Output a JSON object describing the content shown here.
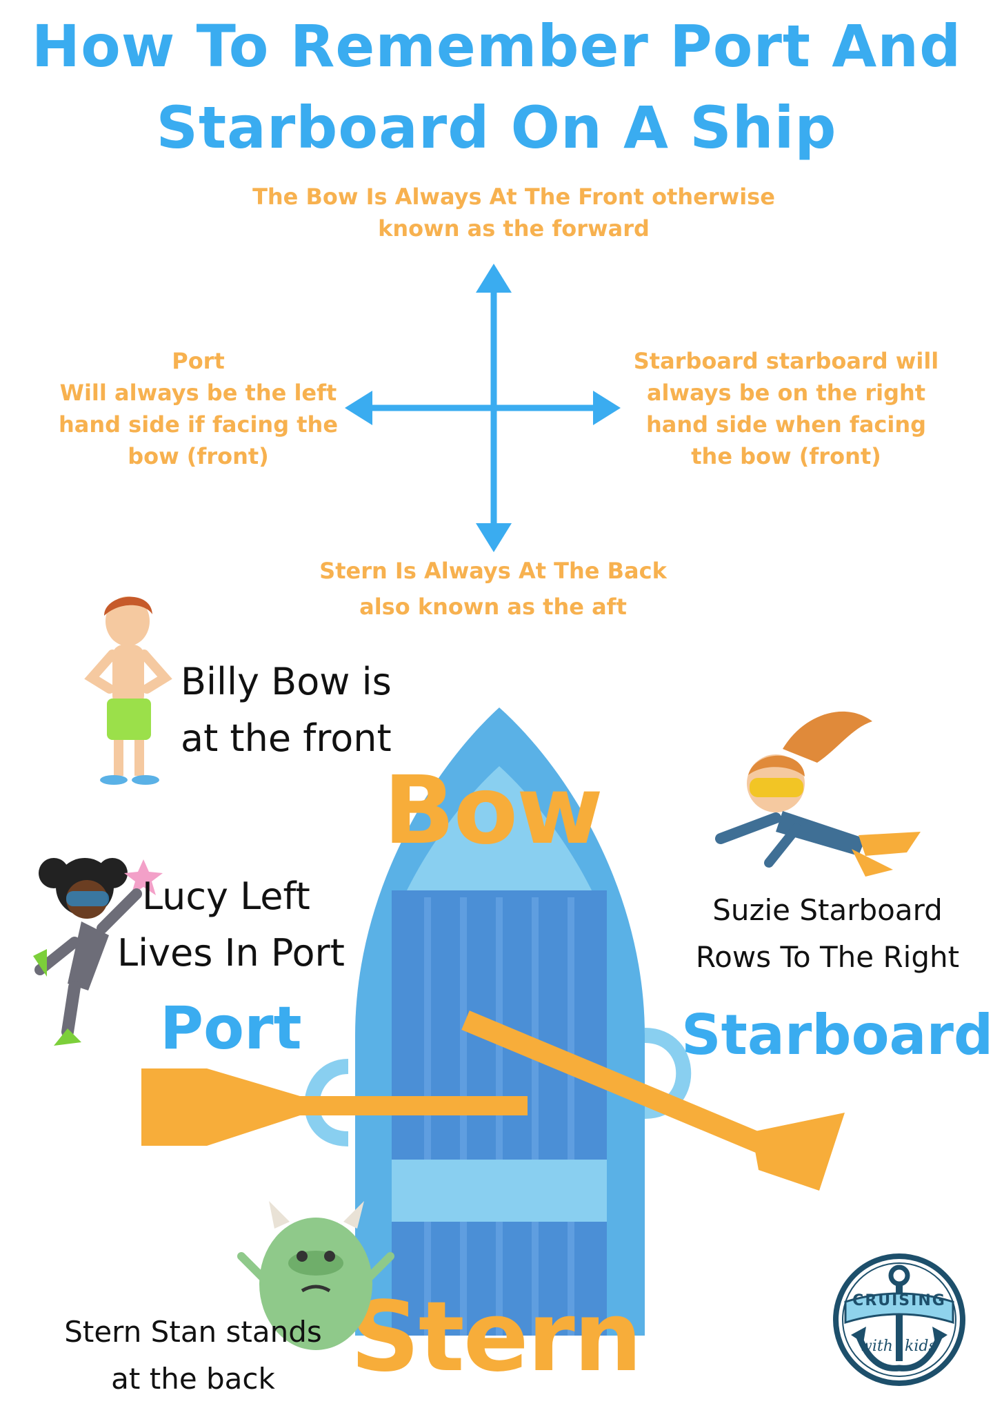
{
  "title": {
    "line1": "How To Remember Port And",
    "line2": "Starboard On A Ship"
  },
  "compass": {
    "bow_line1": "The Bow Is Always At The Front otherwise",
    "bow_line2": "known as the forward",
    "port_line1": "Port",
    "port_line2": "Will always be the left",
    "port_line3": "hand side if facing the",
    "port_line4": "bow (front)",
    "starboard_line1": "Starboard starboard will",
    "starboard_line2": "always be on the right",
    "starboard_line3": "hand side when facing",
    "starboard_line4": "the bow (front)",
    "stern_line1": "Stern Is Always At The Back",
    "stern_line2": "also known as the aft"
  },
  "characters": {
    "billy_line1": "Billy Bow is",
    "billy_line2": "at the front",
    "lucy_line1": "Lucy Left",
    "lucy_line2": "Lives In Port",
    "suzie_line1": "Suzie Starboard",
    "suzie_line2": "Rows To The Right",
    "stan_line1": "Stern Stan stands",
    "stan_line2": "at the back"
  },
  "boat": {
    "bow_label": "Bow",
    "stern_label": "Stern",
    "port_label": "Port",
    "starboard_label": "Starboard"
  },
  "logo": {
    "top_text": "CRUISING",
    "bottom_left": "with",
    "bottom_right": "kids"
  },
  "colors": {
    "title_blue": "#3aacf0",
    "note_orange": "#f7b14f",
    "label_orange": "#f7ad3a",
    "boat_blue": "#5ab1e6",
    "boat_inner": "#4b8fd6",
    "logo_navy": "#1d4f6b"
  }
}
